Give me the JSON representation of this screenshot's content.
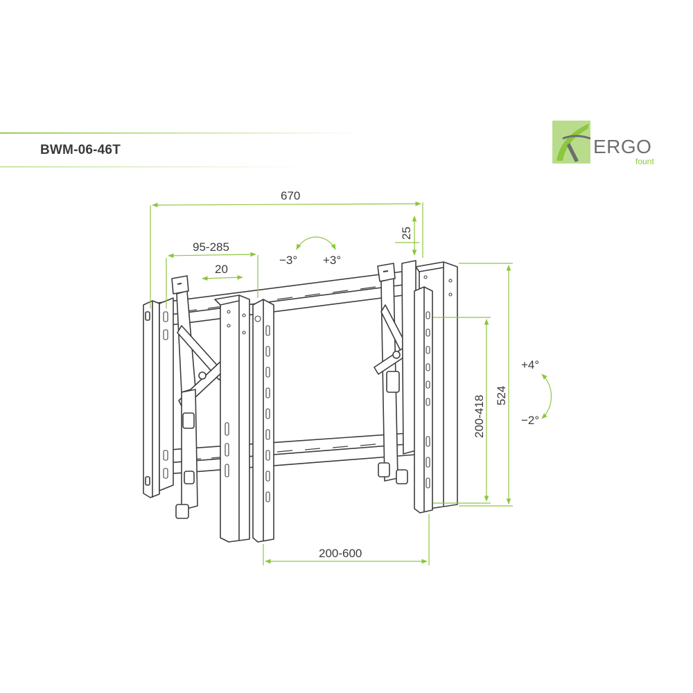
{
  "header": {
    "model": "BWM-06-46T"
  },
  "logo": {
    "word": "ERGO",
    "sub": "fount",
    "icon": "ergofount-logo-mark"
  },
  "colors": {
    "accent": "#8dc63f",
    "line": "#3c3c3c",
    "text": "#333333",
    "logo_gray": "#6d6e70"
  },
  "dimensions": {
    "overall_width": "670",
    "arm_range": "95-285",
    "arm_shift": "20",
    "depth": "25",
    "tilt_side_minus": "−3°",
    "tilt_side_plus": "+3°",
    "overall_height": "524",
    "vesa_vertical": "200-418",
    "vesa_horizontal": "200-600",
    "tilt_plus": "+4°",
    "tilt_minus": "−2°"
  }
}
